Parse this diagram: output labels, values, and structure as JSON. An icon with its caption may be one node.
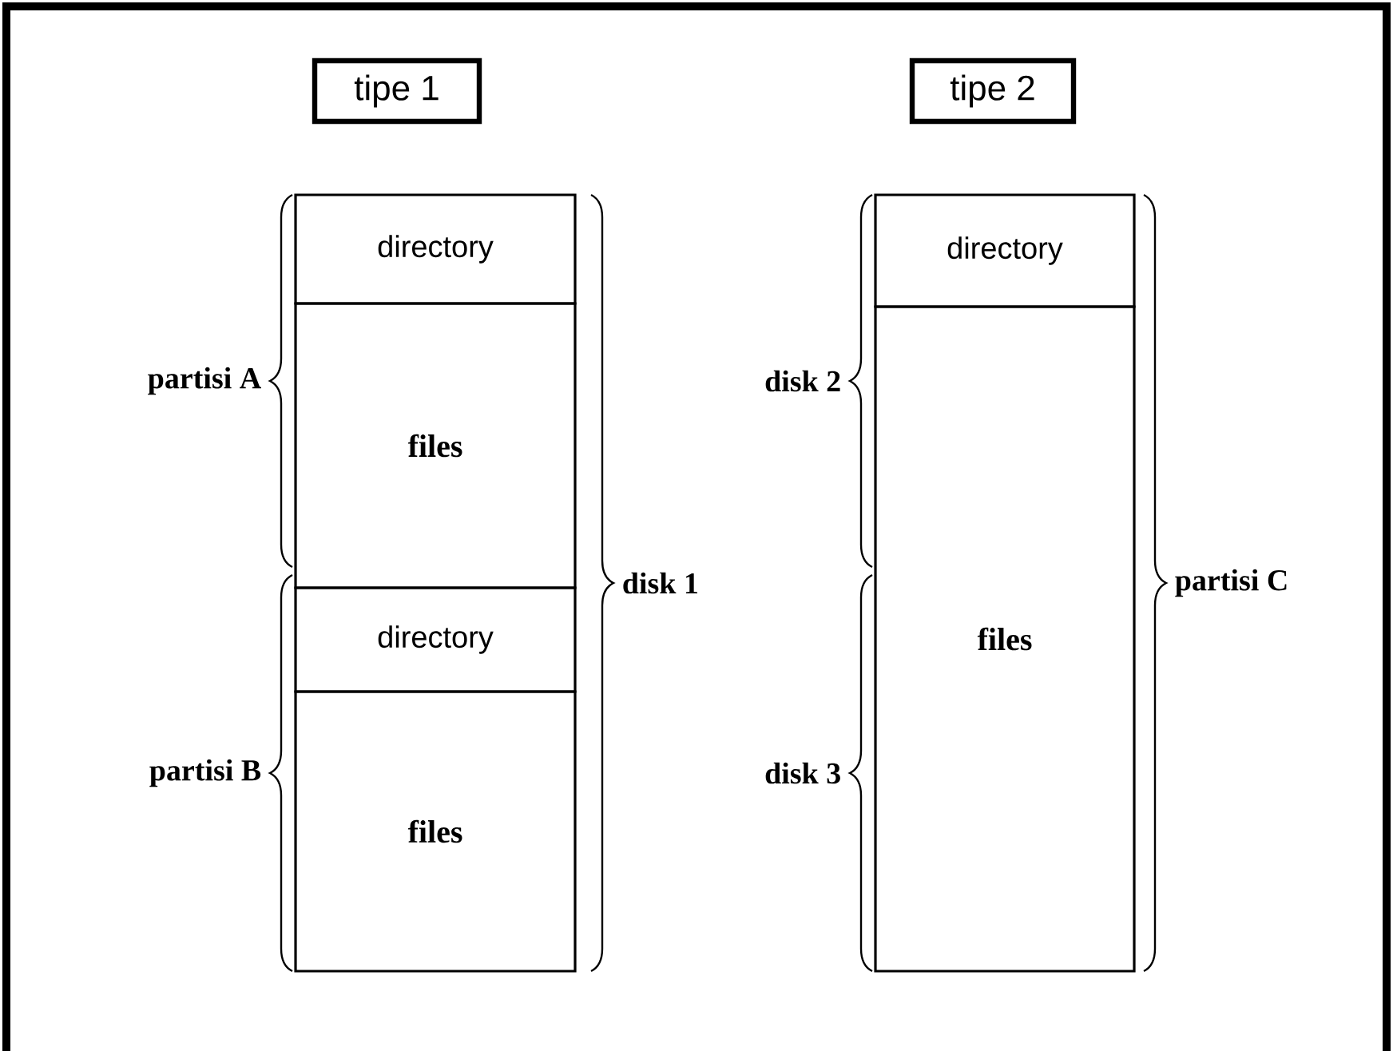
{
  "diagram": {
    "nodes": [
      {
        "text": [
          "tipe 1"
        ]
      },
      {
        "text": [
          "tipe 2"
        ]
      },
      {
        "text": [
          "directory"
        ]
      },
      {
        "text": [
          "files"
        ]
      },
      {
        "text": [
          "directory"
        ]
      },
      {
        "text": [
          "files"
        ]
      },
      {
        "text": [
          "directory"
        ]
      },
      {
        "text": [
          "files"
        ]
      }
    ],
    "labels": [
      "partisi A",
      "partisi B",
      "disk 1",
      "disk 2",
      "disk 3",
      "partisi C"
    ]
  }
}
